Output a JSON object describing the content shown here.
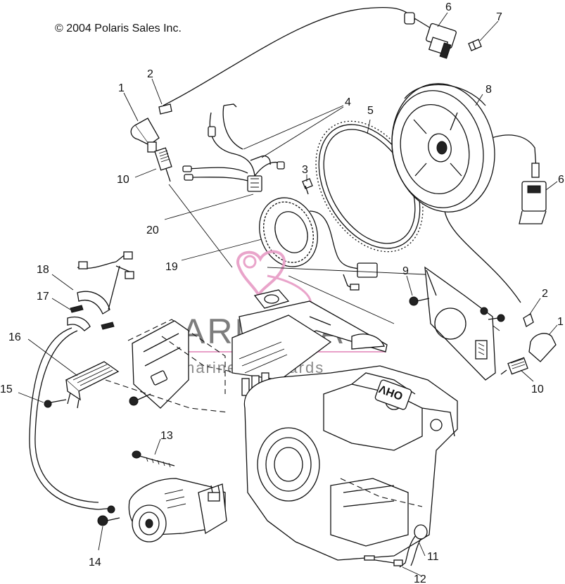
{
  "copyright": "© 2004 Polaris Sales Inc.",
  "watermark": {
    "brand": "ARMADA",
    "tagline": "marine outboards",
    "accent_color": "#e8a0c8",
    "text_color": "#7d7d7d"
  },
  "callouts": {
    "n1a": "1",
    "n1b": "1",
    "n2a": "2",
    "n2b": "2",
    "n3": "3",
    "n4": "4",
    "n5": "5",
    "n6a": "6",
    "n6b": "6",
    "n7": "7",
    "n8": "8",
    "n9": "9",
    "n10a": "10",
    "n10b": "10",
    "n11": "11",
    "n12": "12",
    "n13": "13",
    "n14": "14",
    "n15": "15",
    "n16": "16",
    "n17": "17",
    "n18": "18",
    "n19": "19",
    "n20": "20"
  },
  "engine_stamp": "OHV"
}
